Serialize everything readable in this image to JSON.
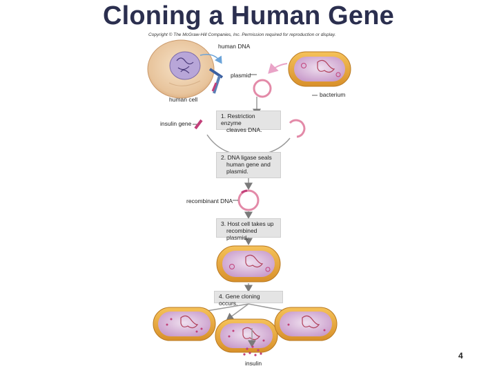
{
  "title": "Cloning a Human Gene",
  "copyright": "Copyright © The McGraw-Hill Companies, Inc. Permission required for reproduction or display.",
  "labels": {
    "human_dna": "human DNA",
    "plasmid": "plasmid",
    "bacterium": "bacterium",
    "human_cell": "human cell",
    "insulin_gene": "insulin gene",
    "recombinant_dna": "recombinant DNA",
    "insulin": "insulin"
  },
  "steps": [
    {
      "line1": "1. Restriction enzyme",
      "line2": "cleaves DNA.",
      "line3": ""
    },
    {
      "line1": "2. DNA ligase seals",
      "line2": "human gene and",
      "line3": "plasmid."
    },
    {
      "line1": "3. Host cell takes up",
      "line2": "recombined plasmid.",
      "line3": ""
    },
    {
      "line1": "4. Gene cloning occurs.",
      "line2": "",
      "line3": ""
    }
  ],
  "page_number": "4",
  "colors": {
    "title": "#2b2f4f",
    "bacterium_body": "#e8a93a",
    "bacterium_inner": "#d9b3d9",
    "plasmid": "#d86a8a",
    "dna": "#5a7fb5",
    "gene": "#c2407a",
    "box": "#e4e4e4"
  }
}
